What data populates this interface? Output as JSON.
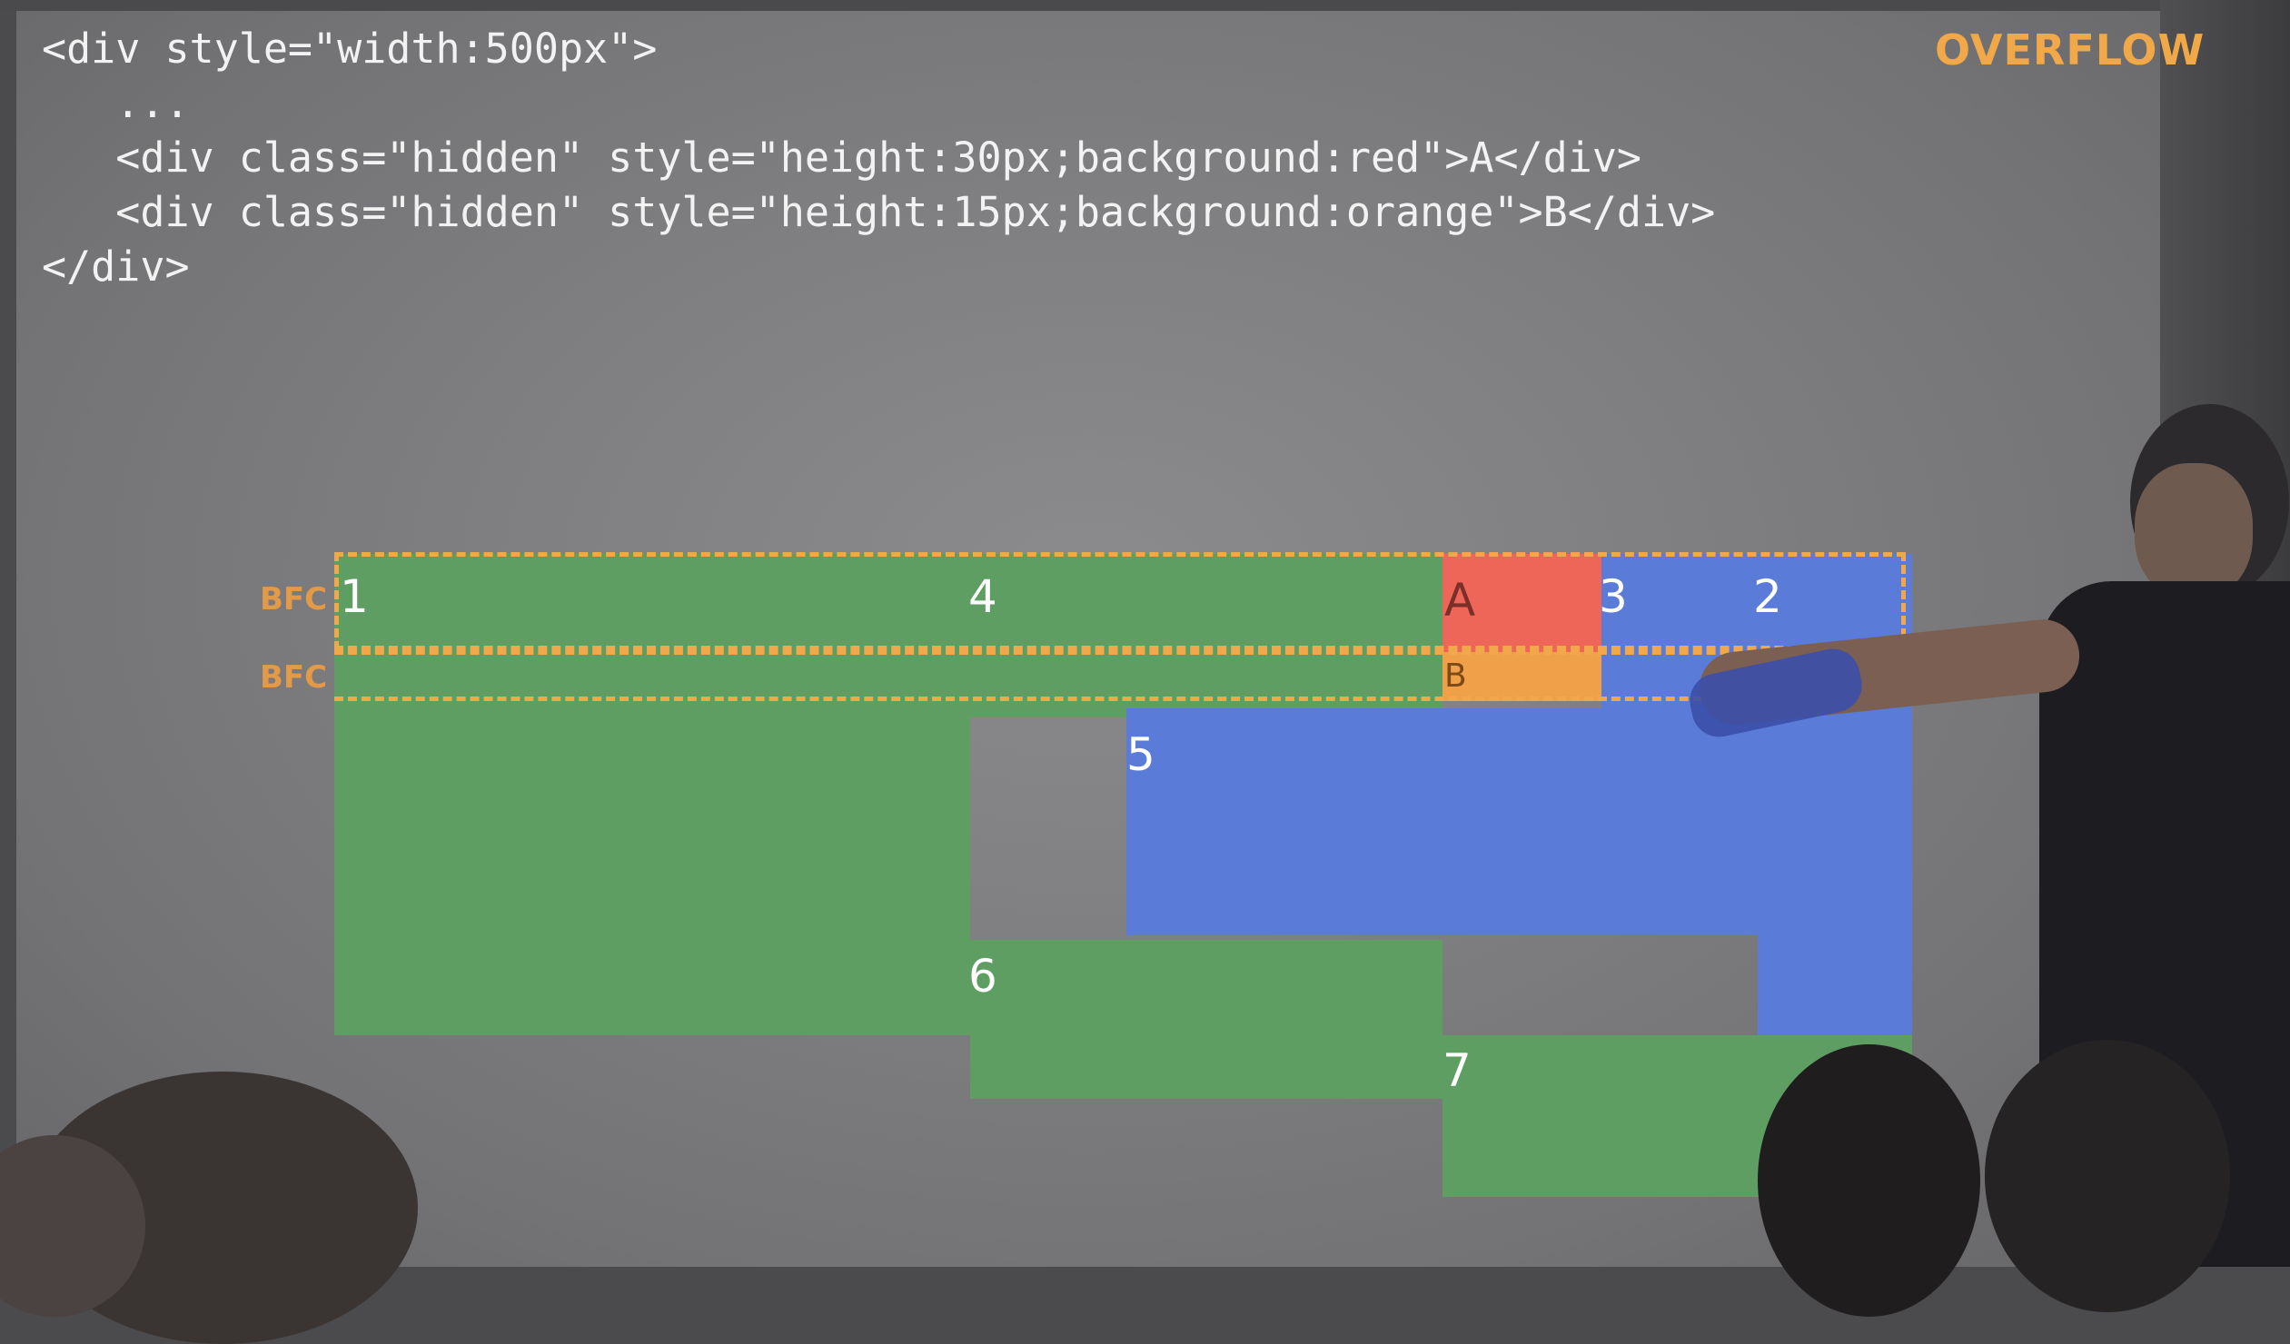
{
  "slide": {
    "title": "OVERFLOW",
    "code_lines": [
      "<div style=\"width:500px\">",
      "   ...",
      "   <div class=\"hidden\" style=\"height:30px;background:red\">A</div>",
      "   <div class=\"hidden\" style=\"height:15px;background:orange\">B</div>",
      "</div>"
    ],
    "bfc_labels": [
      "BFC",
      "BFC"
    ],
    "box_labels": {
      "b1": "1",
      "b2": "2",
      "b3": "3",
      "b4": "4",
      "b5": "5",
      "b6": "6",
      "b7": "7",
      "a": "A",
      "b": "B"
    }
  },
  "colors": {
    "green": "#5e9e63",
    "blue": "#5a7bd8",
    "red": "#ee6658",
    "orange": "#f0a048",
    "dash": "#f0a84a",
    "title": "#f0a848"
  }
}
